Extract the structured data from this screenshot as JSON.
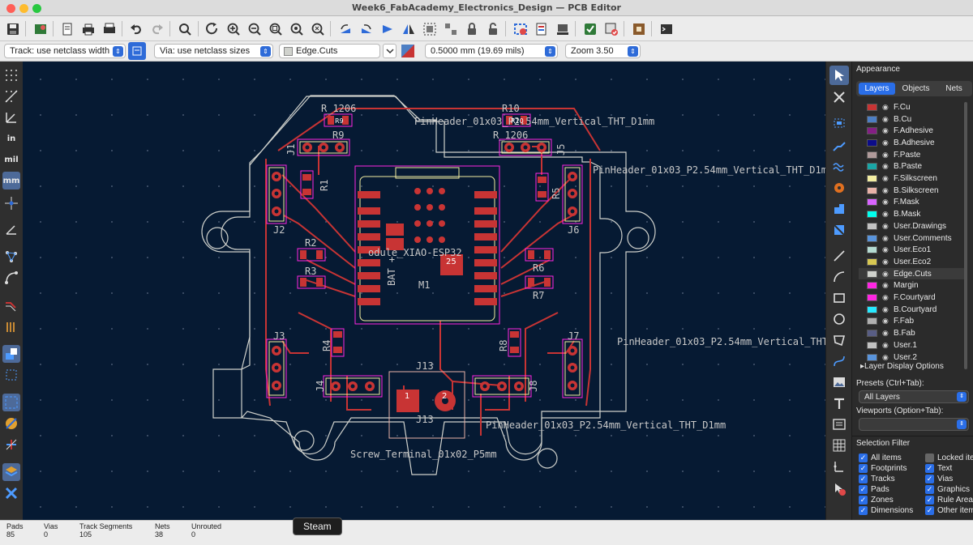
{
  "window": {
    "title": "Week6_FabAcademy_Electronics_Design — PCB Editor"
  },
  "options": {
    "track_width": "Track: use netclass width",
    "via_size": "Via: use netclass sizes",
    "layer": "Edge.Cuts",
    "grid": "0.5000 mm (19.69 mils)",
    "zoom": "Zoom 3.50"
  },
  "appearance": {
    "title": "Appearance",
    "tabs": [
      "Layers",
      "Objects",
      "Nets"
    ],
    "active_tab": "Layers",
    "layers": [
      {
        "name": "F.Cu",
        "color": "#c83434"
      },
      {
        "name": "B.Cu",
        "color": "#4d7fc4"
      },
      {
        "name": "F.Adhesive",
        "color": "#841f84"
      },
      {
        "name": "B.Adhesive",
        "color": "#0c0c8a"
      },
      {
        "name": "F.Paste",
        "color": "#b09a9a"
      },
      {
        "name": "B.Paste",
        "color": "#1aa6a6"
      },
      {
        "name": "F.Silkscreen",
        "color": "#f2eda1"
      },
      {
        "name": "B.Silkscreen",
        "color": "#e8b2a7"
      },
      {
        "name": "F.Mask",
        "color": "#d864ff"
      },
      {
        "name": "B.Mask",
        "color": "#02ffee"
      },
      {
        "name": "User.Drawings",
        "color": "#c2c2c2"
      },
      {
        "name": "User.Comments",
        "color": "#5994dc"
      },
      {
        "name": "User.Eco1",
        "color": "#b4dbd2"
      },
      {
        "name": "User.Eco2",
        "color": "#d8c852"
      },
      {
        "name": "Edge.Cuts",
        "color": "#d0d2cd"
      },
      {
        "name": "Margin",
        "color": "#ff26e2"
      },
      {
        "name": "F.Courtyard",
        "color": "#ff26e2"
      },
      {
        "name": "B.Courtyard",
        "color": "#26e9ff"
      },
      {
        "name": "F.Fab",
        "color": "#afafaf"
      },
      {
        "name": "B.Fab",
        "color": "#585d84"
      },
      {
        "name": "User.1",
        "color": "#c2c2c2"
      },
      {
        "name": "User.2",
        "color": "#5994dc"
      }
    ],
    "selected_layer": "Edge.Cuts",
    "layer_display_options": "Layer Display Options",
    "presets_label": "Presets (Ctrl+Tab):",
    "presets_value": "All Layers",
    "viewports_label": "Viewports (Option+Tab):",
    "viewports_value": ""
  },
  "selection_filter": {
    "title": "Selection Filter",
    "items": [
      {
        "label": "All items",
        "checked": true
      },
      {
        "label": "Locked items",
        "checked": false
      },
      {
        "label": "Footprints",
        "checked": true
      },
      {
        "label": "Text",
        "checked": true
      },
      {
        "label": "Tracks",
        "checked": true
      },
      {
        "label": "Vias",
        "checked": true
      },
      {
        "label": "Pads",
        "checked": true
      },
      {
        "label": "Graphics",
        "checked": true
      },
      {
        "label": "Zones",
        "checked": true
      },
      {
        "label": "Rule Areas",
        "checked": true
      },
      {
        "label": "Dimensions",
        "checked": true
      },
      {
        "label": "Other items",
        "checked": true
      }
    ]
  },
  "status": {
    "pads_label": "Pads",
    "pads": "85",
    "vias_label": "Vias",
    "vias": "0",
    "tracks_label": "Track Segments",
    "tracks": "105",
    "nets_label": "Nets",
    "nets": "38",
    "unrouted_label": "Unrouted",
    "unrouted": "0",
    "tooltip": "Steam"
  },
  "board": {
    "labels": {
      "r_1206_left": "R_1206",
      "r_1206_right": "R_1206",
      "r10": "R10",
      "r9": "R9",
      "r9_small": "R9",
      "r10_small": "R10",
      "r1": "R1",
      "r5": "R5",
      "r2": "R2",
      "r3": "R3",
      "r4": "R4",
      "r6": "R6",
      "r7": "R7",
      "r8": "R8",
      "j1": "J1",
      "j2": "J2",
      "j3": "J3",
      "j4": "J4",
      "j5": "J5",
      "j6": "J6",
      "j7": "J7",
      "j8": "J8",
      "j13_top": "J13",
      "j13_bottom": "J13",
      "m1": "M1",
      "bat_plus": "BAT +",
      "module": "odule_XIAO-ESP32",
      "hdr_top": "PinHeader_01x03_P2.54mm_Vertical_THT_D1mm",
      "hdr_right": "PinHeader_01x03_P2.54mm_Vertical_THT_D1m",
      "hdr_right2": "PinHeader_01x03_P2.54mm_Vertical_THT_",
      "hdr_bottom": "PinHeader_01x03_P2.54mm_Vertical_THT_D1mm",
      "screw": "Screw_Terminal_01x02_P5mm",
      "pad25": "25",
      "pad1": "1",
      "pad2": "2"
    }
  }
}
